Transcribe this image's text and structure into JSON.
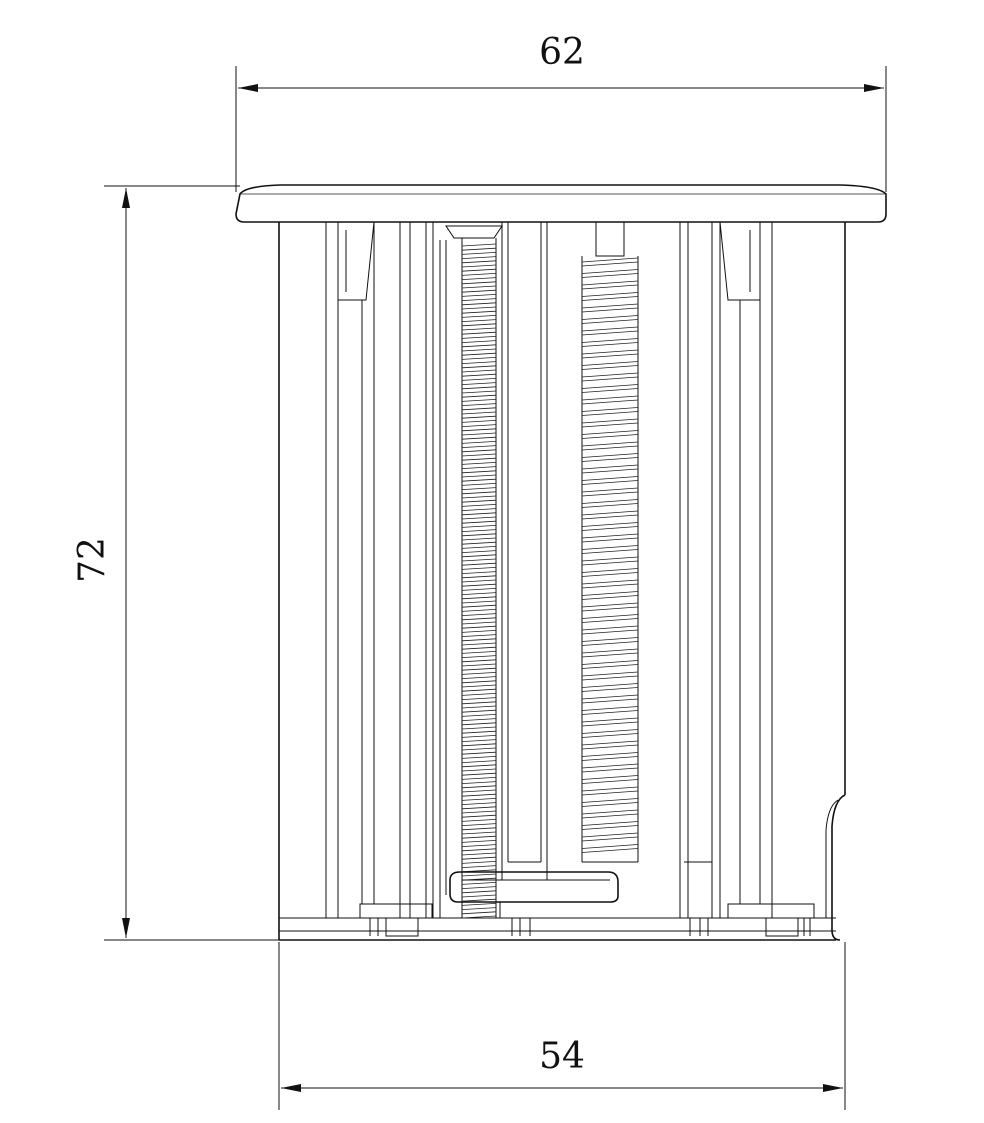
{
  "dimensions": {
    "top_width": "62",
    "height": "72",
    "bottom_width": "54"
  },
  "colors": {
    "line": "#111111",
    "background": "#ffffff"
  }
}
